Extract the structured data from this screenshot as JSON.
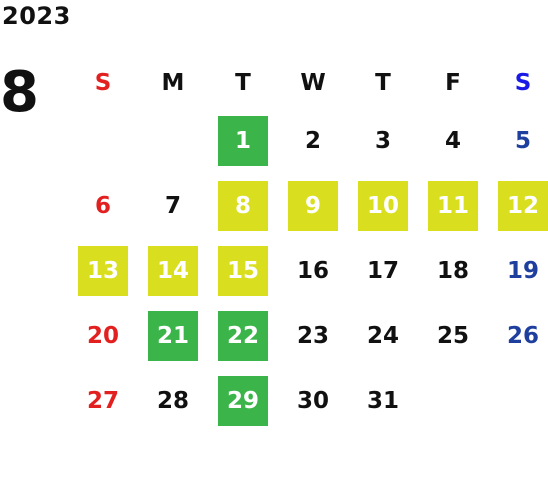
{
  "year": "2023",
  "month": "8",
  "weekdays": [
    "S",
    "M",
    "T",
    "W",
    "T",
    "F",
    "S"
  ],
  "legend_colors": {
    "green": "#3bb54a",
    "yellow": "#d9de1f",
    "sunday": "#e32020",
    "saturday": "#1f3f9f"
  },
  "days": [
    {
      "label": "1",
      "highlight": "green"
    },
    {
      "label": "2",
      "highlight": ""
    },
    {
      "label": "3",
      "highlight": ""
    },
    {
      "label": "4",
      "highlight": ""
    },
    {
      "label": "5",
      "highlight": ""
    },
    {
      "label": "6",
      "highlight": ""
    },
    {
      "label": "7",
      "highlight": ""
    },
    {
      "label": "8",
      "highlight": "yellow"
    },
    {
      "label": "9",
      "highlight": "yellow"
    },
    {
      "label": "10",
      "highlight": "yellow"
    },
    {
      "label": "11",
      "highlight": "yellow"
    },
    {
      "label": "12",
      "highlight": "yellow"
    },
    {
      "label": "13",
      "highlight": "yellow"
    },
    {
      "label": "14",
      "highlight": "yellow"
    },
    {
      "label": "15",
      "highlight": "yellow"
    },
    {
      "label": "16",
      "highlight": ""
    },
    {
      "label": "17",
      "highlight": ""
    },
    {
      "label": "18",
      "highlight": ""
    },
    {
      "label": "19",
      "highlight": ""
    },
    {
      "label": "20",
      "highlight": ""
    },
    {
      "label": "21",
      "highlight": "green"
    },
    {
      "label": "22",
      "highlight": "green"
    },
    {
      "label": "23",
      "highlight": ""
    },
    {
      "label": "24",
      "highlight": ""
    },
    {
      "label": "25",
      "highlight": ""
    },
    {
      "label": "26",
      "highlight": ""
    },
    {
      "label": "27",
      "highlight": ""
    },
    {
      "label": "28",
      "highlight": ""
    },
    {
      "label": "29",
      "highlight": "green"
    },
    {
      "label": "30",
      "highlight": ""
    },
    {
      "label": "31",
      "highlight": ""
    }
  ]
}
